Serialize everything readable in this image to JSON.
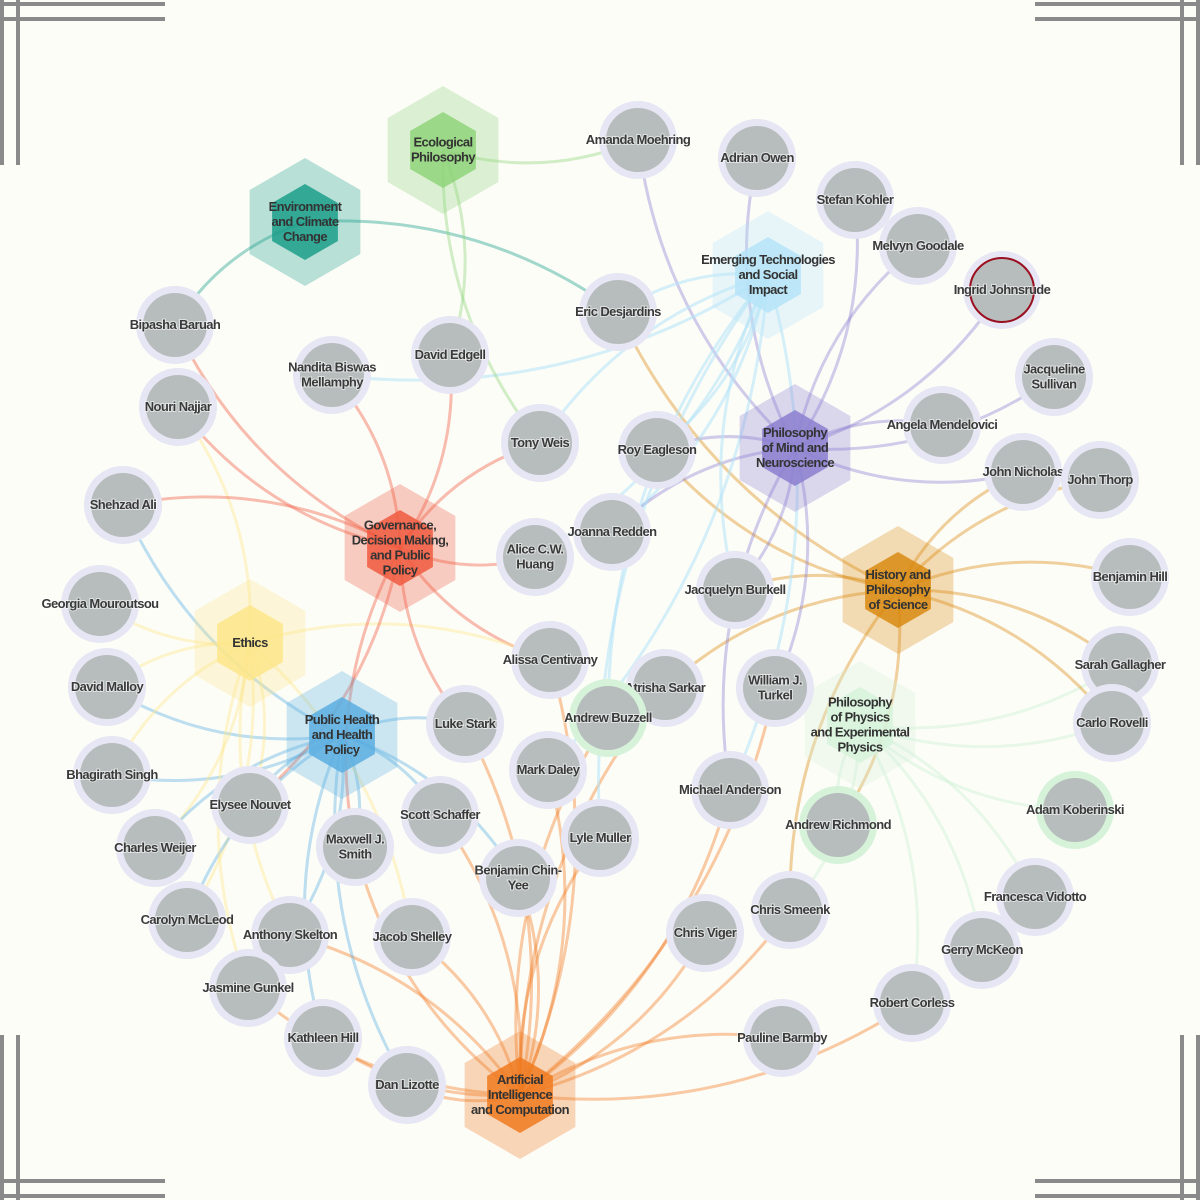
{
  "topics": [
    {
      "lines": [
        "Environment",
        "and Climate",
        "Change"
      ],
      "color": "#1a9e8a"
    },
    {
      "lines": [
        "Ecological",
        "Philosophy"
      ],
      "color": "#8fd47a"
    },
    {
      "lines": [
        "Emerging Technologies",
        "and Social",
        "Impact"
      ],
      "color": "#b5e4f8"
    },
    {
      "lines": [
        "Philosophy",
        "of Mind and",
        "Neuroscience"
      ],
      "color": "#8b7fd0"
    },
    {
      "lines": [
        "Governance,",
        "Decision Making,",
        "and Public",
        "Policy"
      ],
      "color": "#f05a40"
    },
    {
      "lines": [
        "History and",
        "Philosophy",
        "of Science"
      ],
      "color": "#d98a10"
    },
    {
      "lines": [
        "Ethics"
      ],
      "color": "#fde68a"
    },
    {
      "lines": [
        "Public Health",
        "and Health",
        "Policy"
      ],
      "color": "#5aaee0"
    },
    {
      "lines": [
        "Philosophy",
        "of Physics",
        "and Experimental",
        "Physics"
      ],
      "color": "#d6f3da"
    },
    {
      "lines": [
        "Artificial",
        "Intelligence",
        "and Computation"
      ],
      "color": "#f07a20"
    }
  ],
  "people": [
    {
      "lines": [
        "Amanda Moehring"
      ],
      "topics": [
        1,
        3
      ]
    },
    {
      "lines": [
        "Adrian Owen"
      ],
      "topics": [
        3
      ]
    },
    {
      "lines": [
        "Stefan Kohler"
      ],
      "topics": [
        3
      ]
    },
    {
      "lines": [
        "Melvyn Goodale"
      ],
      "topics": [
        3
      ]
    },
    {
      "lines": [
        "Ingrid Johnsrude"
      ],
      "topics": [
        3
      ],
      "highlight": true
    },
    {
      "lines": [
        "Eric Desjardins"
      ],
      "topics": [
        0,
        2,
        5
      ]
    },
    {
      "lines": [
        "Bipasha Baruah"
      ],
      "topics": [
        0,
        4
      ]
    },
    {
      "lines": [
        "David Edgell"
      ],
      "topics": [
        1,
        4
      ]
    },
    {
      "lines": [
        "Nandita Biswas",
        "Mellamphy"
      ],
      "topics": [
        4,
        2
      ]
    },
    {
      "lines": [
        "Nouri Najjar"
      ],
      "topics": [
        4,
        6
      ]
    },
    {
      "lines": [
        "Jacqueline",
        "Sullivan"
      ],
      "topics": [
        3
      ]
    },
    {
      "lines": [
        "Angela Mendelovici"
      ],
      "topics": [
        3
      ]
    },
    {
      "lines": [
        "Tony Weis"
      ],
      "topics": [
        1,
        4,
        2
      ]
    },
    {
      "lines": [
        "Roy Eagleson"
      ],
      "topics": [
        2,
        3,
        5
      ]
    },
    {
      "lines": [
        "John Nicholas"
      ],
      "topics": [
        3,
        5
      ]
    },
    {
      "lines": [
        "John Thorp"
      ],
      "topics": [
        5
      ]
    },
    {
      "lines": [
        "Shehzad Ali"
      ],
      "topics": [
        4,
        7
      ]
    },
    {
      "lines": [
        "Joanna Redden"
      ],
      "topics": [
        2,
        3
      ]
    },
    {
      "lines": [
        "Alice C.W.",
        "Huang"
      ],
      "topics": [
        4,
        2
      ]
    },
    {
      "lines": [
        "Benjamin Hill"
      ],
      "topics": [
        5
      ]
    },
    {
      "lines": [
        "Jacquelyn Burkell"
      ],
      "topics": [
        2,
        3,
        5
      ]
    },
    {
      "lines": [
        "Georgia Mouroutsou"
      ],
      "topics": [
        6
      ]
    },
    {
      "lines": [
        "Alissa Centivany"
      ],
      "topics": [
        4,
        6,
        9
      ]
    },
    {
      "lines": [
        "Sarah Gallagher"
      ],
      "topics": [
        5,
        8
      ]
    },
    {
      "lines": [
        "Atrisha Sarkar"
      ],
      "topics": [
        5,
        9
      ]
    },
    {
      "lines": [
        "William J.",
        "Turkel"
      ],
      "topics": [
        3,
        9
      ]
    },
    {
      "lines": [
        "David Malloy"
      ],
      "topics": [
        6,
        7
      ]
    },
    {
      "lines": [
        "Andrew Buzzell"
      ],
      "topics": [
        9,
        2
      ],
      "ring": "#d6f3da"
    },
    {
      "lines": [
        "Luke Stark"
      ],
      "topics": [
        4,
        7,
        9
      ]
    },
    {
      "lines": [
        "Carlo Rovelli"
      ],
      "topics": [
        5,
        8
      ]
    },
    {
      "lines": [
        "Bhagirath Singh"
      ],
      "topics": [
        6,
        7
      ]
    },
    {
      "lines": [
        "Mark Daley"
      ],
      "topics": [
        2,
        9
      ]
    },
    {
      "lines": [
        "Michael Anderson"
      ],
      "topics": [
        3,
        2,
        9
      ]
    },
    {
      "lines": [
        "Elysee Nouvet"
      ],
      "topics": [
        6,
        7,
        4
      ]
    },
    {
      "lines": [
        "Adam Koberinski"
      ],
      "topics": [
        8
      ],
      "ring": "#d6f3da"
    },
    {
      "lines": [
        "Scott Schaffer"
      ],
      "topics": [
        7,
        9
      ]
    },
    {
      "lines": [
        "Andrew Richmond"
      ],
      "topics": [
        8,
        5
      ],
      "ring": "#d6f3da"
    },
    {
      "lines": [
        "Charles Weijer"
      ],
      "topics": [
        6,
        7
      ]
    },
    {
      "lines": [
        "Lyle Muller"
      ],
      "topics": [
        2,
        9
      ]
    },
    {
      "lines": [
        "Maxwell J.",
        "Smith"
      ],
      "topics": [
        7,
        4,
        9
      ]
    },
    {
      "lines": [
        "Benjamin Chin-",
        "Yee"
      ],
      "topics": [
        9,
        7
      ]
    },
    {
      "lines": [
        "Francesca Vidotto"
      ],
      "topics": [
        8
      ]
    },
    {
      "lines": [
        "Chris Smeenk"
      ],
      "topics": [
        5,
        8,
        9
      ]
    },
    {
      "lines": [
        "Carolyn McLeod"
      ],
      "topics": [
        6,
        7
      ]
    },
    {
      "lines": [
        "Anthony Skelton"
      ],
      "topics": [
        6,
        7,
        9
      ]
    },
    {
      "lines": [
        "Jacob Shelley"
      ],
      "topics": [
        6,
        9
      ]
    },
    {
      "lines": [
        "Chris Viger"
      ],
      "topics": [
        9
      ]
    },
    {
      "lines": [
        "Gerry McKeon"
      ],
      "topics": [
        8
      ]
    },
    {
      "lines": [
        "Jasmine Gunkel"
      ],
      "topics": [
        6,
        9
      ]
    },
    {
      "lines": [
        "Robert Corless"
      ],
      "topics": [
        8,
        9
      ]
    },
    {
      "lines": [
        "Kathleen Hill"
      ],
      "topics": [
        7,
        9
      ]
    },
    {
      "lines": [
        "Pauline Barmby"
      ],
      "topics": [
        9
      ]
    },
    {
      "lines": [
        "Dan Lizotte"
      ],
      "topics": [
        7,
        9
      ]
    }
  ]
}
